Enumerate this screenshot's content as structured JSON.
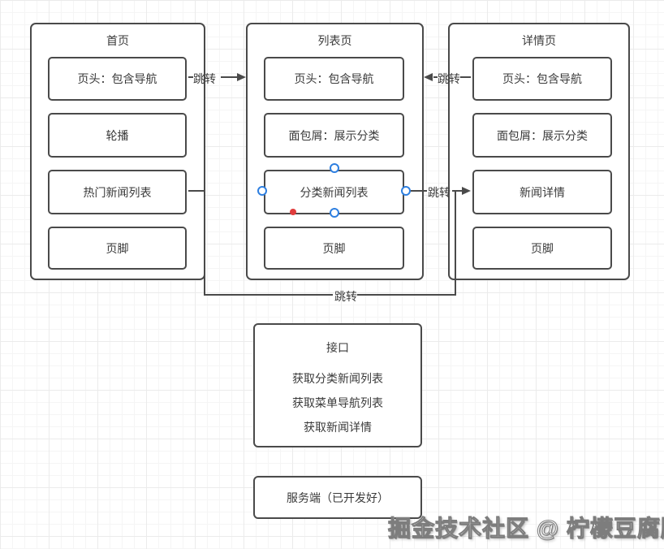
{
  "panels": [
    {
      "title": "首页",
      "boxes": [
        "页头：包含导航",
        "轮播",
        "热门新闻列表",
        "页脚"
      ]
    },
    {
      "title": "列表页",
      "boxes": [
        "页头：包含导航",
        "面包屑：展示分类",
        "分类新闻列表",
        "页脚"
      ]
    },
    {
      "title": "详情页",
      "boxes": [
        "页头：包含导航",
        "面包屑：展示分类",
        "新闻详情",
        "页脚"
      ]
    }
  ],
  "connectors": {
    "home_to_list_label": "跳转",
    "detail_to_list_label": "跳转",
    "list_to_detail_label": "跳转",
    "home_to_detail_label": "跳转"
  },
  "api_box": {
    "title": "接口",
    "items": [
      "获取分类新闻列表",
      "获取菜单导航列表",
      "获取新闻详情"
    ]
  },
  "server_box": {
    "label": "服务端（已开发好）"
  },
  "watermark": "掘金技术社区 @ 柠檬豆腐脑",
  "colors": {
    "line": "#4a4a4a",
    "selection_handle": "#2e7fe0",
    "selection_dot": "#e03c3c"
  }
}
